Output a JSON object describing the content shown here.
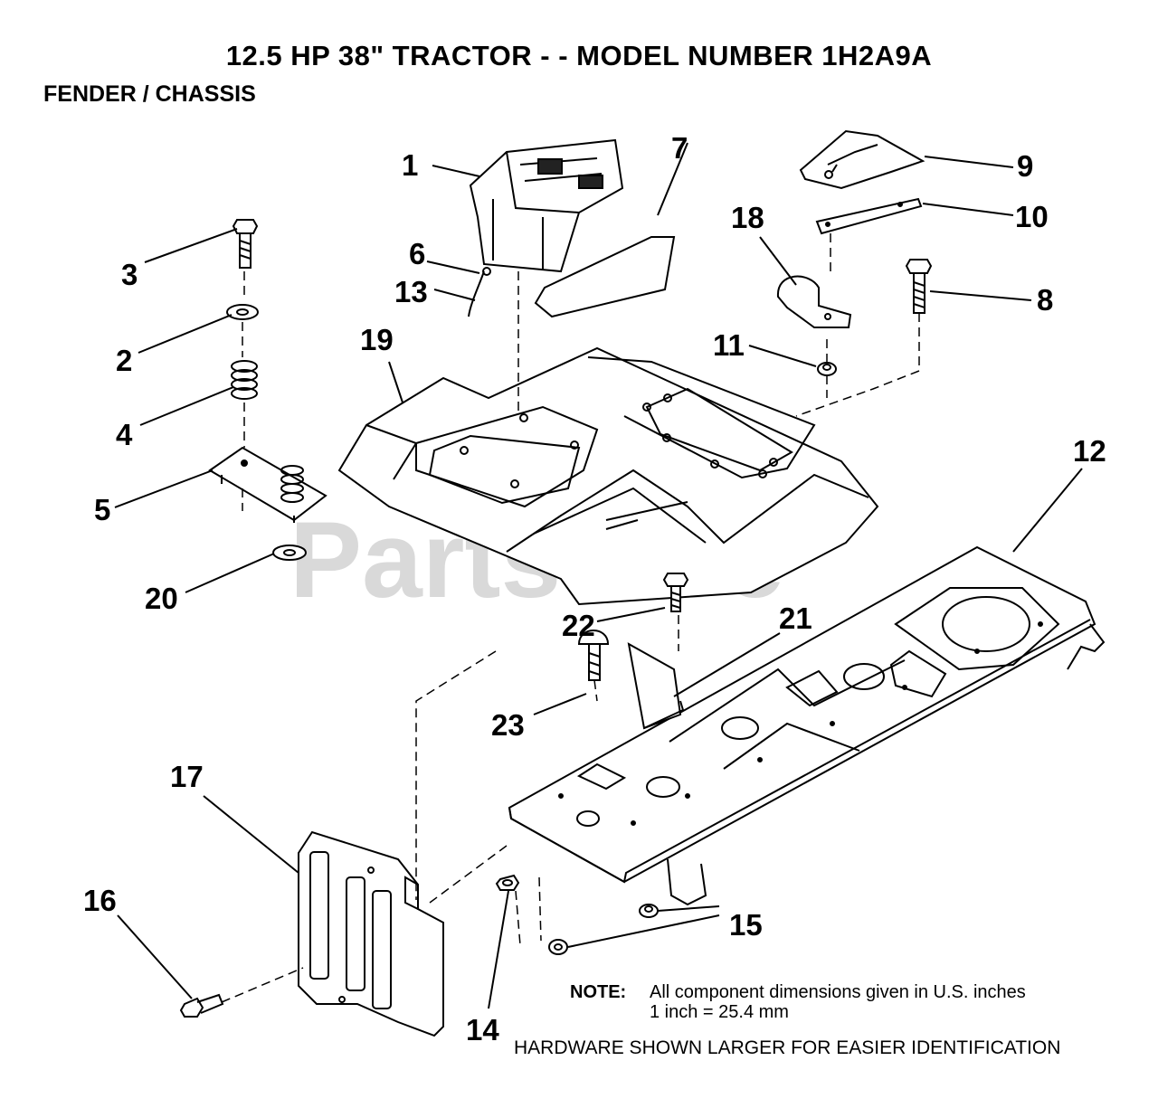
{
  "header": {
    "title": "12.5 HP 38\" TRACTOR - - MODEL NUMBER 1H2A9A",
    "section": "FENDER / CHASSIS"
  },
  "watermark": "PartsTree",
  "callouts": [
    "1",
    "2",
    "3",
    "4",
    "5",
    "6",
    "7",
    "8",
    "9",
    "10",
    "11",
    "12",
    "13",
    "14",
    "15",
    "16",
    "17",
    "18",
    "19",
    "20",
    "21",
    "22",
    "23"
  ],
  "note": {
    "label": "NOTE:",
    "line1": "All component dimensions given in U.S. inches",
    "line2": "1 inch = 25.4 mm",
    "hardware": "HARDWARE SHOWN LARGER FOR EASIER IDENTIFICATION"
  }
}
